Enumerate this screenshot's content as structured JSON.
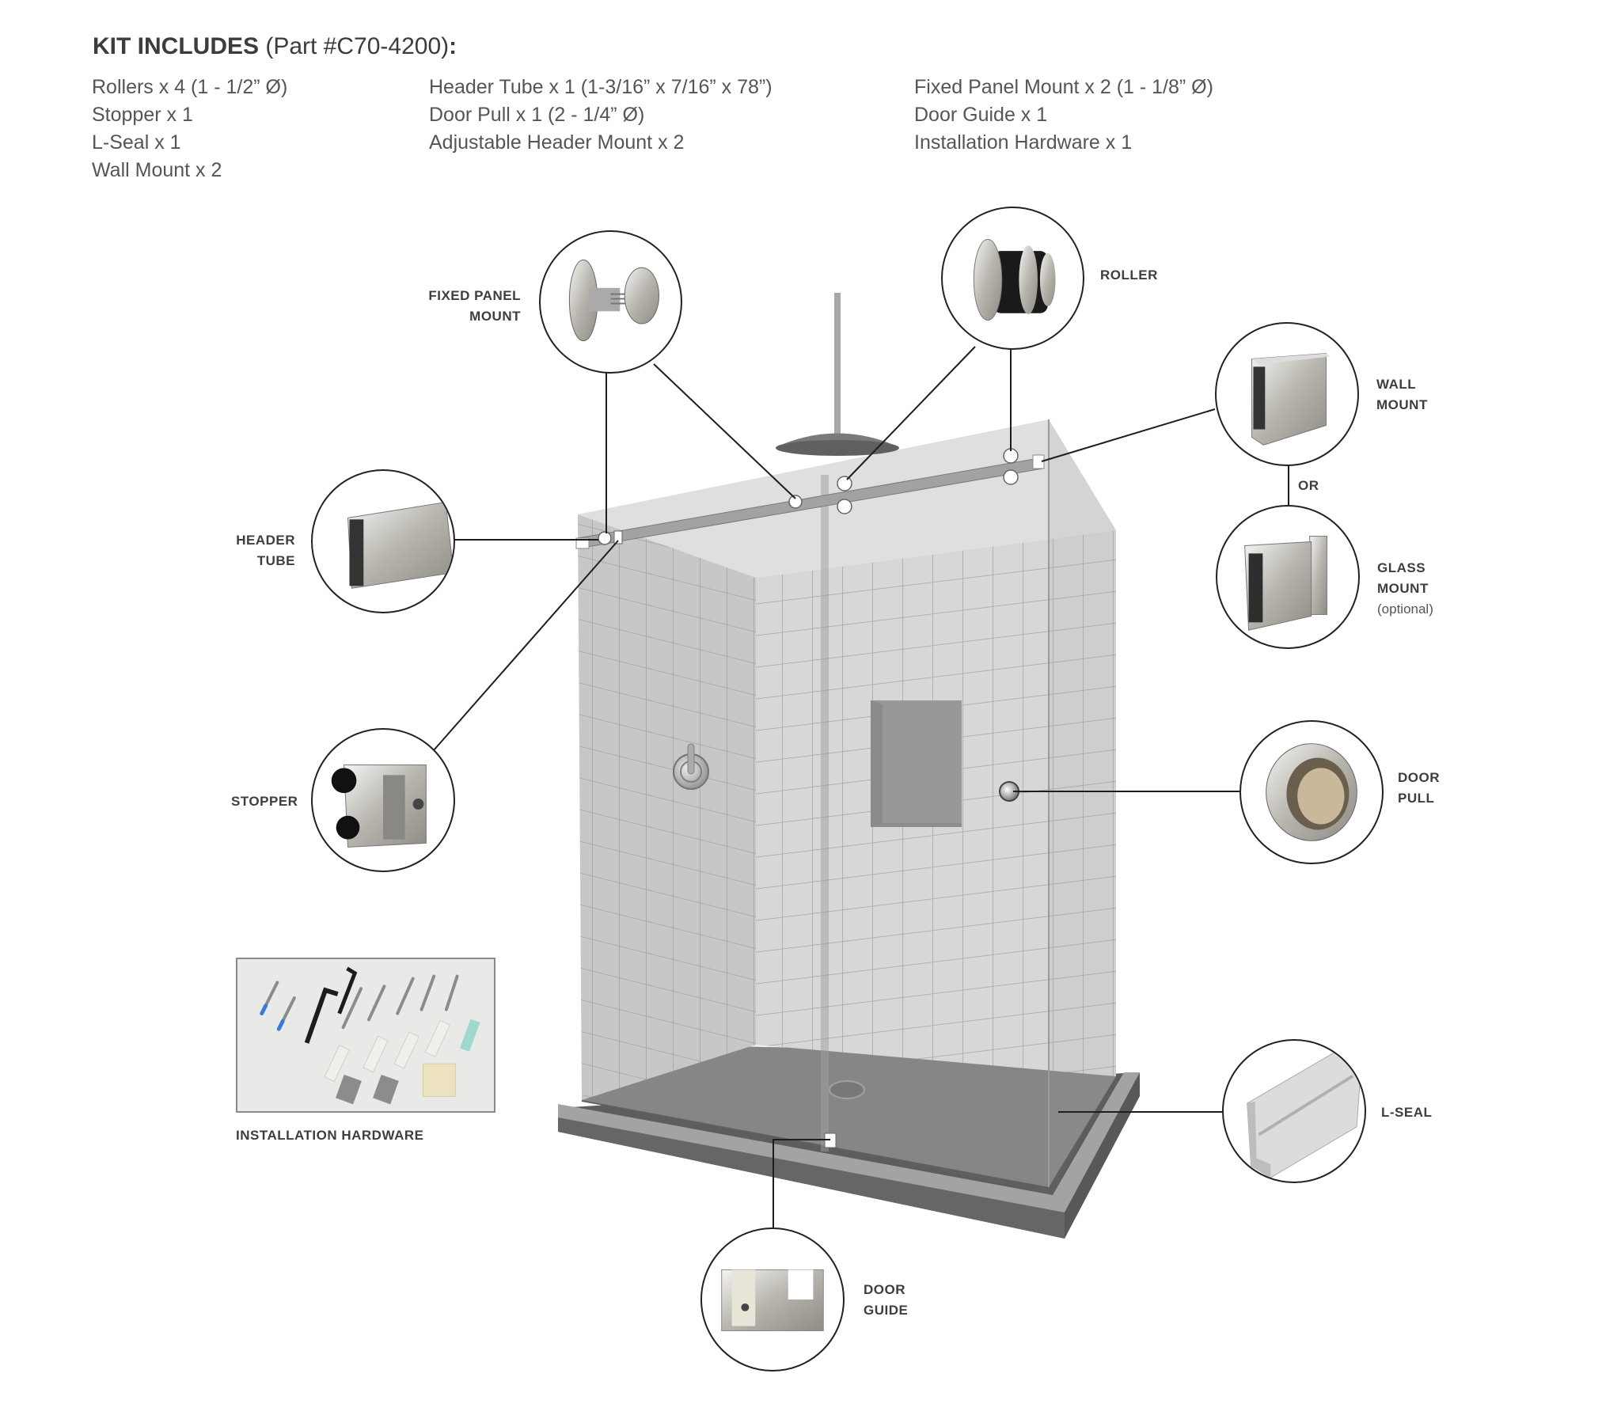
{
  "kit": {
    "title_bold": "KIT INCLUDES",
    "title_part": " (Part #C70-4200)",
    "title_colon": ":",
    "columns": [
      [
        "Rollers x 4 (1 - 1/2” Ø)",
        "Stopper x 1",
        "L-Seal x 1",
        "Wall Mount x 2"
      ],
      [
        "Header Tube x 1 (1-3/16” x 7/16” x 78”)",
        "Door Pull x 1 (2 - 1/4” Ø)",
        "Adjustable Header Mount x 2"
      ],
      [
        "Fixed Panel Mount x 2 (1 - 1/8” Ø)",
        "Door Guide x 1",
        "Installation Hardware x 1"
      ]
    ]
  },
  "labels": {
    "fixed_panel_mount": [
      "FIXED PANEL",
      "MOUNT"
    ],
    "roller": [
      "ROLLER"
    ],
    "wall_mount": [
      "WALL",
      "MOUNT"
    ],
    "or": "OR",
    "glass_mount": [
      "GLASS",
      "MOUNT"
    ],
    "glass_mount_note": "(optional)",
    "header_tube": [
      "HEADER",
      "TUBE"
    ],
    "stopper": [
      "STOPPER"
    ],
    "door_pull": [
      "DOOR",
      "PULL"
    ],
    "installation_hardware": "INSTALLATION HARDWARE",
    "l_seal": [
      "L-SEAL"
    ],
    "door_guide": [
      "DOOR",
      "GUIDE"
    ]
  },
  "colors": {
    "tile_wall": "#d6d6d6",
    "tile_grout": "#8e8e8e",
    "glass": "#c8c8c8",
    "shower_base": "#5f5f61",
    "curb": "#9a9a9a",
    "header_tube": "#a5a5a5",
    "leader_line": "#1e1e1e",
    "label_text": "#3e3e3e",
    "metal": "#b9b6ae"
  }
}
